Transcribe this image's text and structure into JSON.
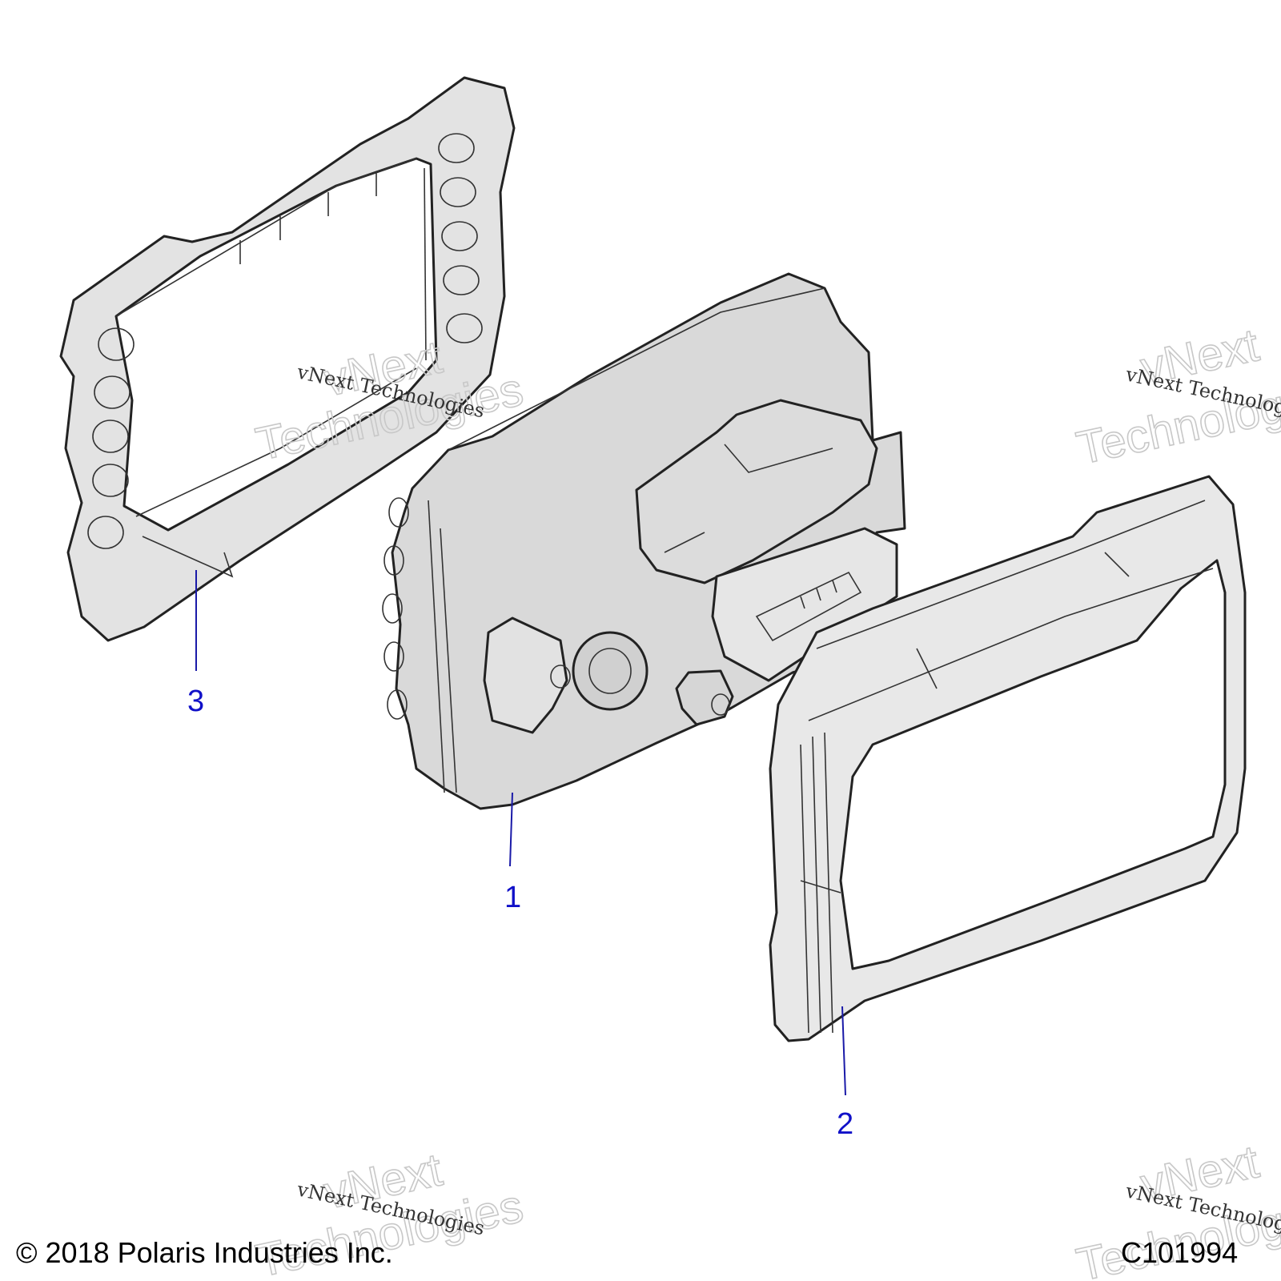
{
  "diagram": {
    "callouts": [
      {
        "id": "1",
        "label": "1"
      },
      {
        "id": "2",
        "label": "2"
      },
      {
        "id": "3",
        "label": "3"
      }
    ],
    "watermark": {
      "line_small": "vNext Technologies",
      "line_big_1": "vNext",
      "line_big_2": "Technologies"
    },
    "footer": {
      "copyright": "© 2018 Polaris Industries Inc.",
      "figure_code": "C101994"
    },
    "colors": {
      "part_fill": "#e3e3e3",
      "part_outline": "#222222",
      "callout_text": "#1010c8",
      "leader_line": "#1a1aa8"
    }
  }
}
